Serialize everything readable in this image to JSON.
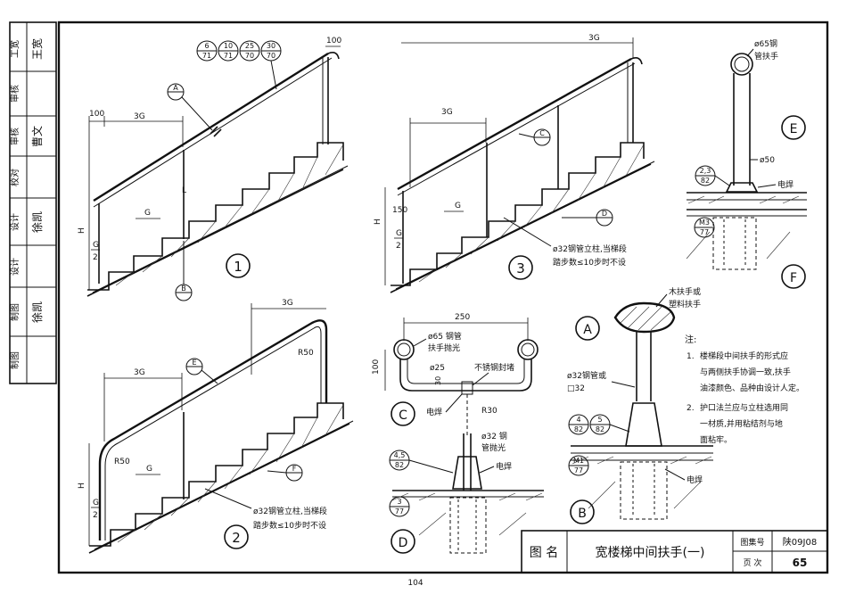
{
  "side_strip": {
    "rows": [
      {
        "label": "工宽",
        "sign": "王宽"
      },
      {
        "label": "审核",
        "sign": ""
      },
      {
        "label": "审核",
        "sign": "曹文"
      },
      {
        "label": "校对",
        "sign": ""
      },
      {
        "label": "设计",
        "sign": "徐凯"
      },
      {
        "label": "设计",
        "sign": ""
      },
      {
        "label": "制图",
        "sign": "徐凯"
      },
      {
        "label": "制图",
        "sign": ""
      }
    ]
  },
  "drawing1": {
    "number": "1",
    "dim_3g": "3G",
    "dim_100_left": "100",
    "dim_100_top": "100",
    "dim_g": "G",
    "dim_h": "H",
    "dim_half_g_num": "G",
    "dim_half_g_den": "2",
    "dim_l": "L",
    "callout_a": "A",
    "callout_b": "B",
    "refs": [
      {
        "num": "6",
        "den": "71"
      },
      {
        "num": "10",
        "den": "71"
      },
      {
        "num": "25",
        "den": "70"
      },
      {
        "num": "30",
        "den": "70"
      }
    ]
  },
  "drawing2": {
    "number": "2",
    "dim_3g_top": "3G",
    "dim_3g_left": "3G",
    "dim_r50_top": "R50",
    "dim_r50_left": "R50",
    "dim_g": "G",
    "dim_h": "H",
    "dim_half_g_num": "G",
    "dim_half_g_den": "2",
    "callout_e": "E",
    "callout_f": "F",
    "note": [
      "ø32钢管立柱,当梯段",
      "踏步数≤10步时不设"
    ]
  },
  "drawing3": {
    "number": "3",
    "dim_3g_top": "3G",
    "dim_3g_left": "3G",
    "dim_150": "150",
    "dim_g": "G",
    "dim_h": "H",
    "dim_half_g_num": "G",
    "dim_half_g_den": "2",
    "callout_c": "C",
    "callout_d": "D",
    "note": [
      "ø32钢管立柱,当梯段",
      "踏步数≤10步时不设"
    ]
  },
  "detail_c": {
    "label": "C",
    "dim_250": "250",
    "dim_100": "100",
    "dim_30": "30",
    "pipe65": [
      "ø65 钢管",
      "扶手抛光"
    ],
    "pipe25": "ø25",
    "cap": "不锈钢封堵",
    "weld": "电焊",
    "r30": "R30"
  },
  "detail_d": {
    "label": "D",
    "pipe32": [
      "ø32 钢",
      "管抛光"
    ],
    "weld": "电焊",
    "ref_top": {
      "num": "4,5",
      "den": "82"
    },
    "ref_bottom": {
      "num": "3",
      "den": "77"
    }
  },
  "detail_e": {
    "label": "E",
    "pipe65": [
      "ø65钢",
      "管扶手"
    ],
    "pipe50": "ø50",
    "weld": "电焊",
    "ref_top": {
      "num": "2,3",
      "den": "82"
    }
  },
  "detail_f": {
    "label": "F",
    "ref_m3": {
      "num": "M3",
      "den": "77"
    }
  },
  "detail_a": {
    "label": "A",
    "handrail": [
      "木扶手或",
      "塑料扶手"
    ],
    "pipe32": [
      "ø32钢管或",
      "□32"
    ]
  },
  "detail_b": {
    "label": "B",
    "refs": [
      {
        "num": "4",
        "den": "82"
      },
      {
        "num": "5",
        "den": "82"
      }
    ],
    "ref_m1": {
      "num": "M1",
      "den": "77"
    },
    "weld": "电焊"
  },
  "notes": {
    "title": "注:",
    "items": [
      {
        "num": "1.",
        "lines": [
          "楼梯段中间扶手的形式应",
          "与两侧扶手协调一致,扶手",
          "油漆颜色、品种由设计人定。"
        ]
      },
      {
        "num": "2.",
        "lines": [
          "护口法兰应与立柱选用同",
          "一材质,并用粘结剂与地",
          "面粘牢。"
        ]
      }
    ]
  },
  "title_block": {
    "name_label": "图 名",
    "title": "宽楼梯中间扶手(一)",
    "atlas_label": "图集号",
    "atlas_value": "陕09J08",
    "page_label": "页 次",
    "page_value": "65"
  },
  "page_number": "104"
}
